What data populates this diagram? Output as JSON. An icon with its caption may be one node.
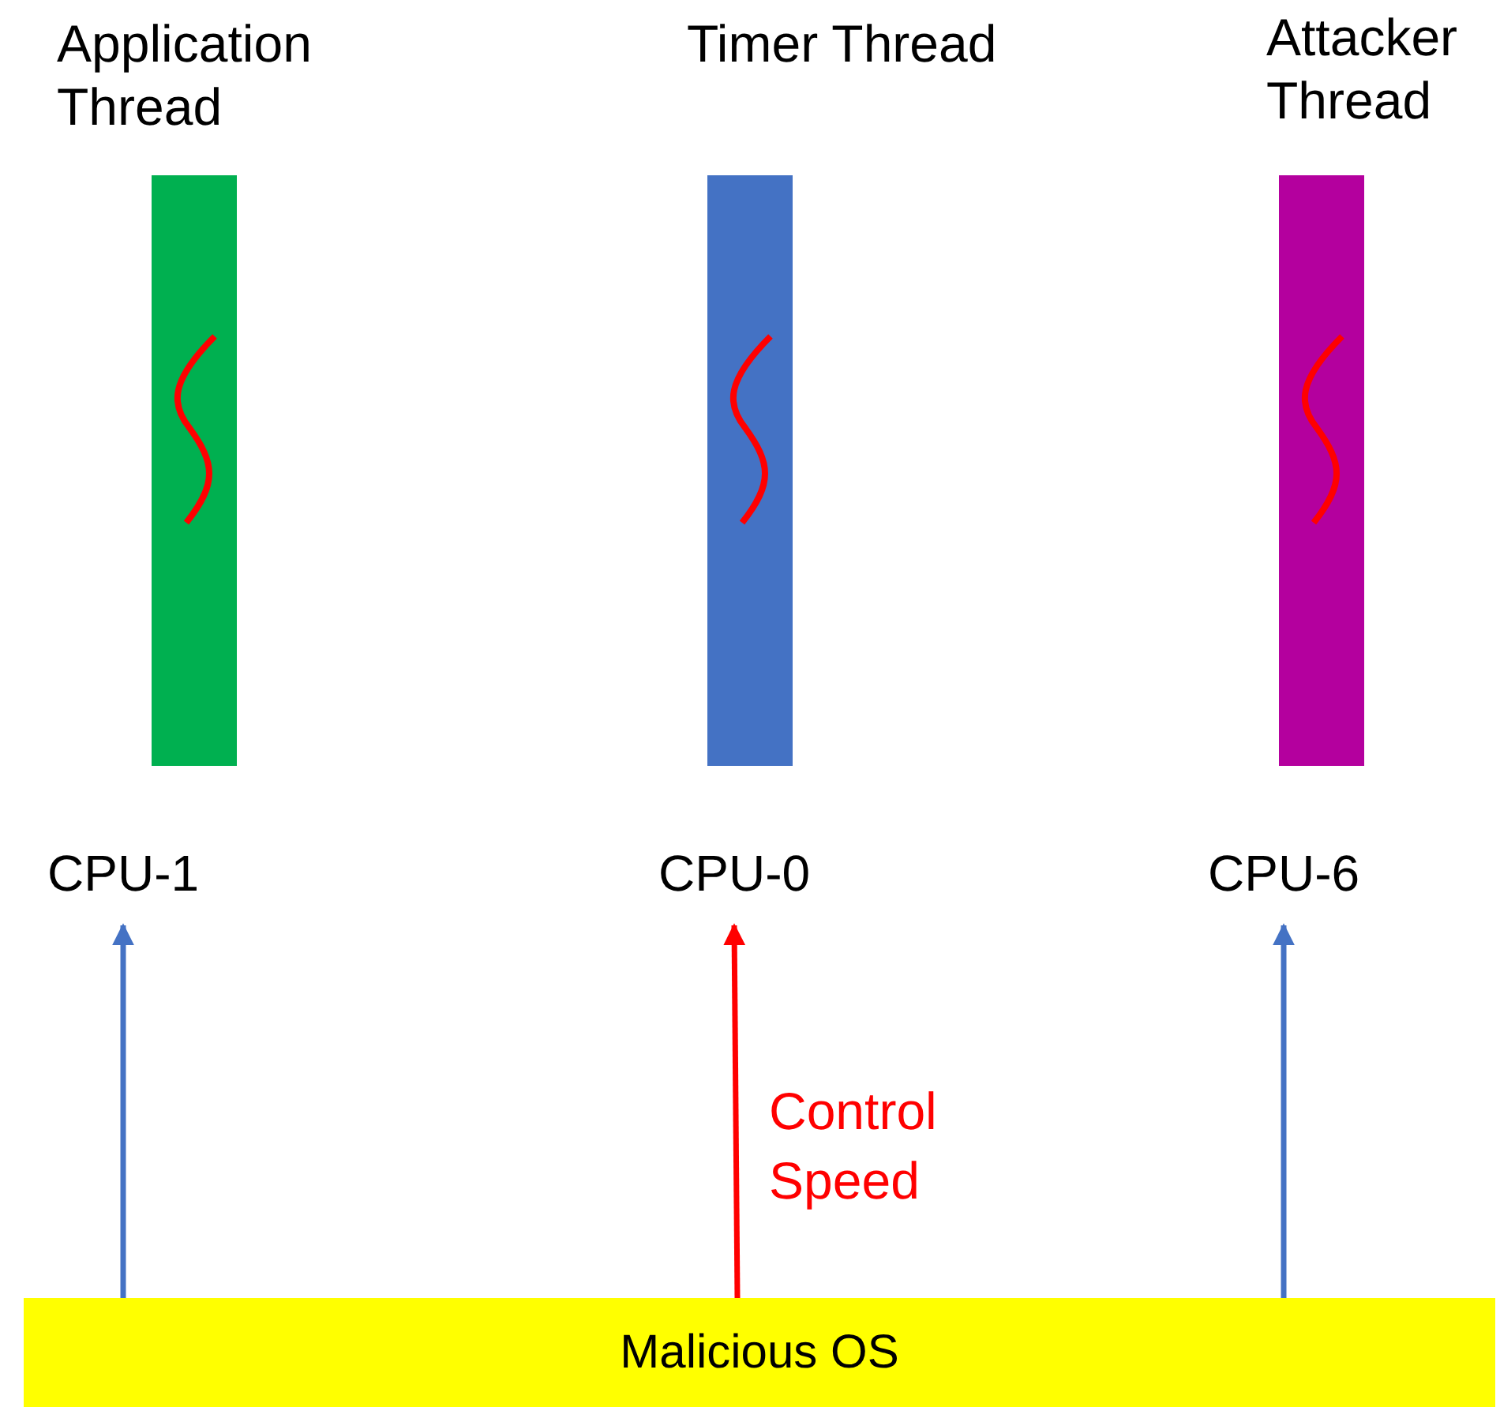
{
  "diagram": {
    "nodes": [
      {
        "text": [
          "Application Thread"
        ]
      },
      {
        "text": [
          "Timer Thread"
        ]
      },
      {
        "text": [
          "Attacker Thread"
        ]
      },
      {
        "text": [
          "CPU-1"
        ]
      },
      {
        "text": [
          "CPU-0"
        ]
      },
      {
        "text": [
          "CPU-6"
        ]
      },
      {
        "text": [
          "Malicious OS"
        ]
      }
    ],
    "edges": [
      {
        "from": 6,
        "to": 3,
        "arrow": "to"
      },
      {
        "from": 6,
        "to": 4,
        "arrow": "to",
        "label": "Control Speed",
        "color": "#ff0000"
      },
      {
        "from": 6,
        "to": 5,
        "arrow": "to"
      }
    ]
  }
}
